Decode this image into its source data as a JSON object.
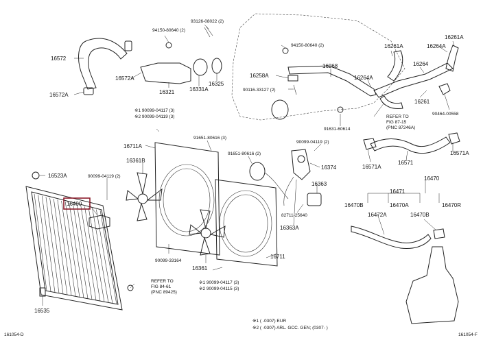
{
  "colors": {
    "highlight": "#8b1a2a",
    "ink": "#222222"
  },
  "labels": {
    "l16572": "16572",
    "l16572A_left": "16572A",
    "l16572A_mid": "16572A",
    "l94150": "94150-80640 (2)",
    "l93126": "93126-08022 (2)",
    "l16321": "16321",
    "l16331A": "16331A",
    "l16325": "16325",
    "l16268": "16268",
    "l94150r": "94150-80640 (2)",
    "l16258A": "16258A",
    "l16264A_mid": "16264A",
    "l90116": "90116-33127 (2)",
    "l16261A_a": "16261A",
    "l16264A_top": "16264A",
    "l16261A_b": "16261A",
    "l16264": "16264",
    "l16261": "16261",
    "lref1a": "REFER TO",
    "lref1b": "FIG 87-15",
    "lref1c": "(PNC 87246A)",
    "l91631": "91631-60614",
    "l90464": "90464-00558",
    "lstar1": "※1 90099-04117 (3)",
    "lstar2": "※2 90099-04119 (3)",
    "l16711A": "16711A",
    "l91651": "91651-80616 (3)",
    "l91651b": "91651-80616 (2)",
    "l90099_04119": "90099-04119 (2)",
    "l16374": "16374",
    "l16361B": "16361B",
    "l16523A": "16523A",
    "l90099_04119b": "90099-04119 (2)",
    "l16363": "16363",
    "l16400": "16400",
    "l82711": "82711-25640",
    "l16363A": "16363A",
    "l16571A_r": "16571A",
    "l16571": "16571",
    "l16571A_l": "16571A",
    "l16470": "16470",
    "l16471": "16471",
    "l16470B": "16470B",
    "l16470A": "16470A",
    "l16470R": "16470R",
    "l16472A": "16472A",
    "l16470B2": "16470B",
    "l90099_33164": "90099-33164",
    "l16361": "16361",
    "l16711": "16711",
    "lref2a": "REFER TO",
    "lref2b": "FIG 84-61",
    "lref2c": "(PNC 89425)",
    "lstar1b": "※1 90099-04117 (3)",
    "lstar2b": "※2 90099-04115 (3)",
    "l16535": "16535",
    "fig_left": "161054-D",
    "fig_right": "161054-F",
    "note1": "※1 (  -0307) EUR",
    "note2": "※2 (  -0307) ARL. GCC. GEN; (0307-    )"
  }
}
